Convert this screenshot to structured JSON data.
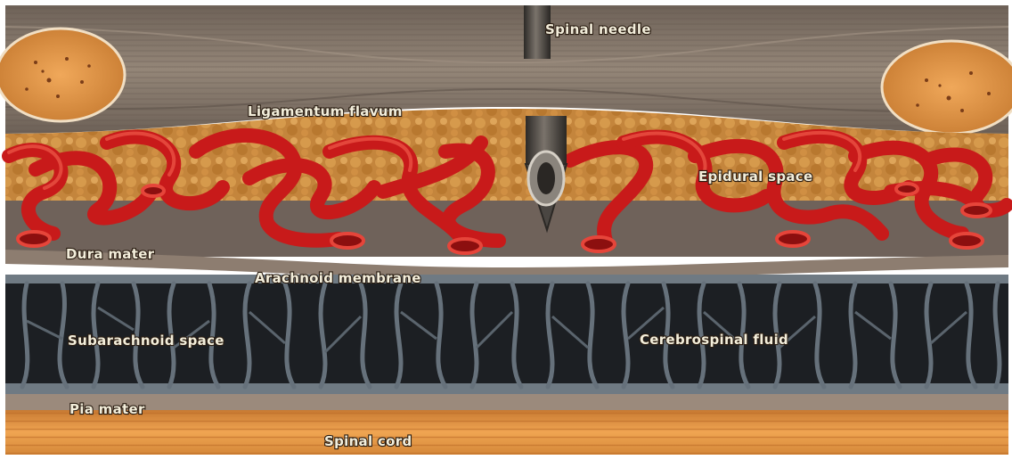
{
  "labels": {
    "spinal_needle": "Spinal needle",
    "ligamentum_flavum": "Ligamentum flavum",
    "epidural_space": "Epidural space",
    "dura_mater": "Dura mater",
    "arachnoid_membrane": "Arachnoid membrane",
    "subarachnoid_space": "Subarachnoid space",
    "cerebrospinal_fluid": "Cerebrospinal fluid",
    "pia_mater": "Pia mater",
    "spinal_cord": "Spinal cord"
  },
  "colors": {
    "ligament": "#8a7a6c",
    "bone": "#e59a45",
    "fat": "#c98a3f",
    "vessel": "#d21f1f",
    "dura": "#7e6e63",
    "subarachnoid": "#1f2226",
    "trabeculae": "#5c6670",
    "pia": "#9b8a7c",
    "cord": "#e79a47",
    "needle": "#55504a",
    "label_text": "#f3eedb"
  }
}
